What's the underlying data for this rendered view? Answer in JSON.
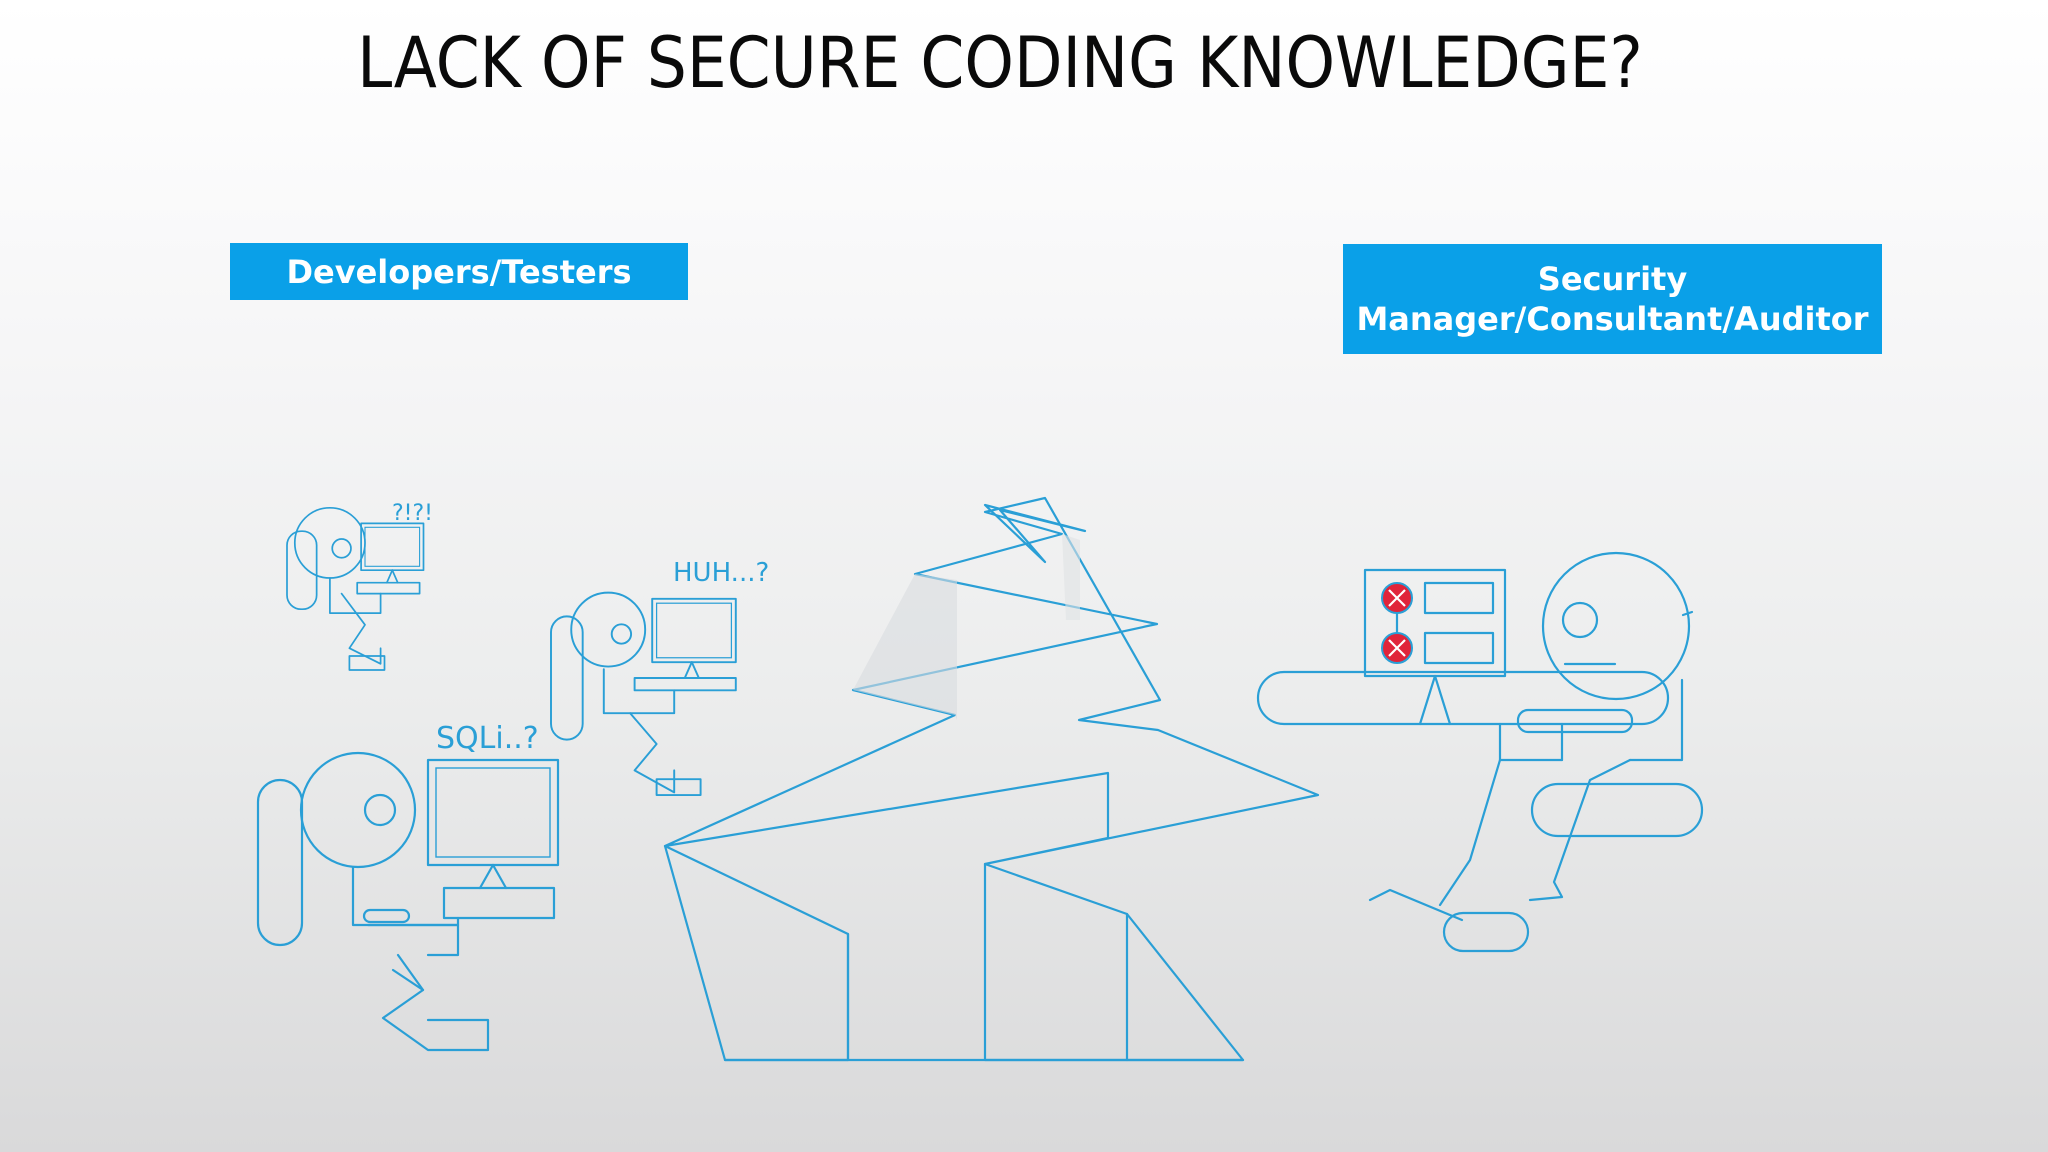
{
  "slide": {
    "title": "LACK OF SECURE CODING KNOWLEDGE?"
  },
  "roles": {
    "developers": "Developers/Testers",
    "security_line1": "Security",
    "security_line2": "Manager/Consultant/Auditor"
  },
  "thoughts": {
    "small": "?!?!",
    "middle": "HUH...?",
    "large": "SQLi..?"
  },
  "colors": {
    "accent": "#0aa0e8",
    "line": "#2a9fd6",
    "error": "#e0243a"
  }
}
